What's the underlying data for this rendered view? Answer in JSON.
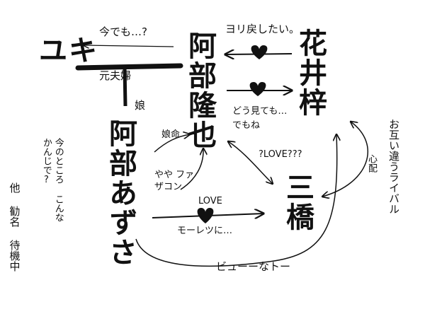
{
  "nodes": {
    "yuki": "ユキ",
    "abe_ryuya": "阿部隆也",
    "hanai_azusa": "花井梓",
    "abe_azusa": "阿部あずさ",
    "mihashi": "三橋"
  },
  "labels": {
    "yuki_question": "今でも…?",
    "want_back": "ヨリ戻したい。",
    "ex_couple": "元夫婦",
    "daughter": "娘",
    "whatever": "どう見ても…でもね",
    "favorite_daughter": "娘命",
    "jealous": "やや ファザコン",
    "love_q": "?LOVE???",
    "worried": "心配",
    "mutual_rivals": "お互い違うライバル",
    "love": "LOVE",
    "mooretsu": "モーレツに…",
    "byuuu": "ビューーなトー",
    "current": "今のところ こんなかんじで?",
    "others": "他 勧名 待機中"
  },
  "icons": [
    "heart-icon",
    "arrow-icon"
  ]
}
